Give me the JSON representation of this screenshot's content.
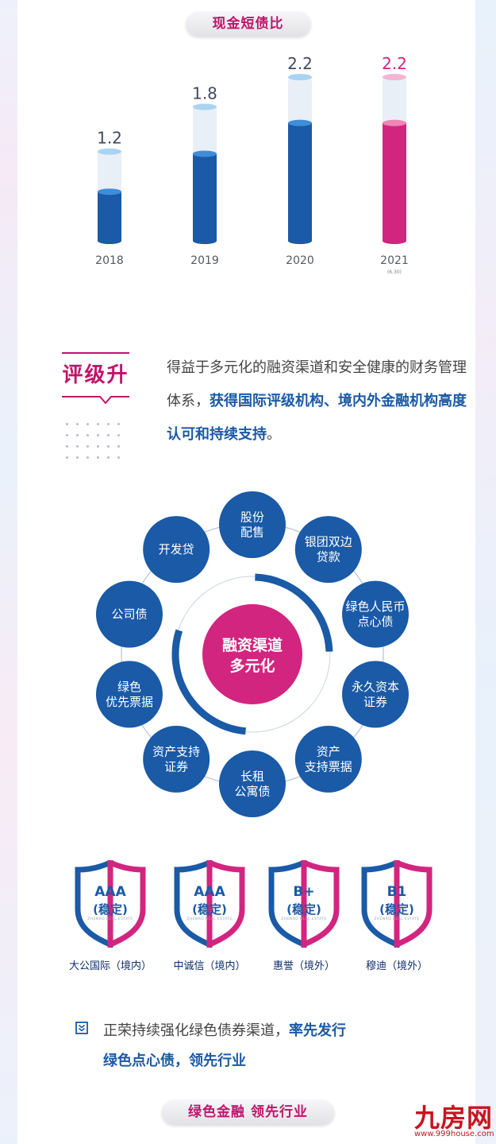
{
  "chart_data": {
    "type": "bar",
    "title": "现金短债比",
    "categories": [
      "2018",
      "2019",
      "2020",
      "2021"
    ],
    "category_notes": [
      "",
      "",
      "",
      "(6.30)"
    ],
    "values": [
      1.2,
      1.8,
      2.2,
      2.2
    ],
    "value_labels": [
      "1.2",
      "1.8",
      "2.2",
      "2.2"
    ],
    "ylim": [
      0,
      2.2
    ],
    "highlight_index": 3,
    "colors": {
      "primary": "#1a5aa6",
      "highlight": "#d2257f",
      "empty": "#e9eff7"
    }
  },
  "rating": {
    "tag": "评级升",
    "intro_plain": "得益于多元化的融资渠道和安全健康的财务管理体系，",
    "intro_bold": "获得国际评级机构、境内外金融机构高度认可和持续支持",
    "intro_end": "。"
  },
  "financing": {
    "center": [
      "融资渠道",
      "多元化"
    ],
    "channels": [
      [
        "股份",
        "配售"
      ],
      [
        "银团双边",
        "贷款"
      ],
      [
        "绿色人民币",
        "点心债"
      ],
      [
        "永久资本",
        "证券"
      ],
      [
        "资产",
        "支持票据"
      ],
      [
        "长租",
        "公寓债"
      ],
      [
        "资产支持",
        "证券"
      ],
      [
        "绿色",
        "优先票据"
      ],
      [
        "公司债"
      ],
      [
        "开发贷"
      ]
    ],
    "colors": {
      "node": "#1a5aa6",
      "center": "#d2257f"
    }
  },
  "ratings": [
    {
      "grade": "AAA",
      "outlook": "(稳定)",
      "agency": "大公国际（境内）"
    },
    {
      "grade": "AAA",
      "outlook": "(稳定)",
      "agency": "中诚信（境内）"
    },
    {
      "grade": "B+",
      "outlook": "(稳定)",
      "agency": "惠誉（境外）"
    },
    {
      "grade": "B1",
      "outlook": "(稳定)",
      "agency": "穆迪（境外）"
    }
  ],
  "shield_brand": "ZHENRO REAL ESTATE",
  "bullet": {
    "icon": "chevron-down-box-icon",
    "plain": "正荣持续强化绿色债券渠道，",
    "bold1": "率先发行",
    "bold2": "绿色点心债，领先行业"
  },
  "footer": "绿色金融 领先行业",
  "watermark": {
    "main": "九房网",
    "sub": "www.999house.com"
  }
}
